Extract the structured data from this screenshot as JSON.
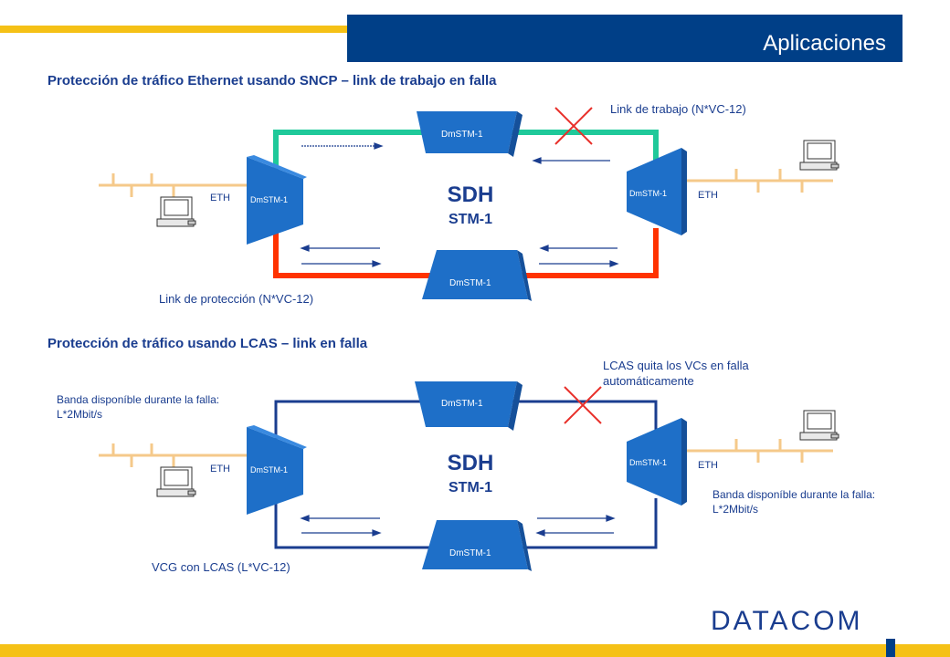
{
  "header": {
    "title": "Aplicaciones"
  },
  "section1": {
    "title": "Protección de tráfico Ethernet usando SNCP – link de trabajo en falla",
    "working_link": "Link de trabajo (N*VC-12)",
    "protection_link": "Link de protección (N*VC-12)",
    "sdh": "SDH",
    "stm": "STM-1",
    "eth_left": "ETH",
    "eth_right": "ETH",
    "node_top": "DmSTM-1",
    "node_bottom": "DmSTM-1",
    "node_left": "DmSTM-1",
    "node_right": "DmSTM-1"
  },
  "section2": {
    "title": "Protección de tráfico usando LCAS – link en falla",
    "lcas_note": "LCAS quita los VCs en falla automáticamente",
    "bandwidth_left": "Banda disponíble durante la falla: L*2Mbit/s",
    "bandwidth_right": "Banda disponíble durante la falla: L*2Mbit/s",
    "vcg": "VCG con LCAS (L*VC-12)",
    "sdh": "SDH",
    "stm": "STM-1",
    "eth_left": "ETH",
    "eth_right": "ETH",
    "node_top": "DmSTM-1",
    "node_bottom": "DmSTM-1",
    "node_left": "DmSTM-1",
    "node_right": "DmSTM-1"
  },
  "footer": {
    "logo": "DATACOM"
  },
  "colors": {
    "brand_blue": "#003f87",
    "brand_yellow": "#f5c116",
    "working_green": "#1fc99a",
    "protection_red": "#ff3300",
    "ring_blue": "#1a3d8f",
    "node_blue": "#1e6fc8",
    "fault_red": "#e8302a"
  }
}
